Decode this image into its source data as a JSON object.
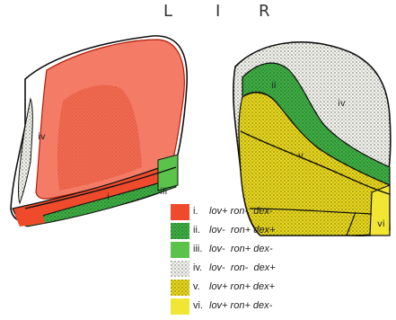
{
  "orientation_labels": {
    "left": "L",
    "center": "I",
    "right": "R"
  },
  "region_labels": {
    "i": "i",
    "ii": "ii",
    "iii": "iii",
    "iv": "iv",
    "v": "v",
    "vi": "vi"
  },
  "colors": {
    "red": "#f04a2c",
    "green": "#3fae44",
    "light_green": "#5bc34c",
    "stipple": "#ecece4",
    "yellow": "#e8d81e",
    "bright_yellow": "#f2e634",
    "outline": "#111111"
  },
  "legend": [
    {
      "num": "i.",
      "text": "lov+ ron-  dex-",
      "color": "#f04a2c",
      "pattern": "solid"
    },
    {
      "num": "ii.",
      "text": "lov-  ron+ dex+",
      "color": "#3fae44",
      "pattern": "dots"
    },
    {
      "num": "iii.",
      "text": "lov-  ron+ dex-",
      "color": "#5bc34c",
      "pattern": "solid"
    },
    {
      "num": "iv.",
      "text": "lov-  ron-  dex+",
      "color": "#ffffff",
      "pattern": "dots"
    },
    {
      "num": "v.",
      "text": "lov+ ron+ dex+",
      "color": "#e8d81e",
      "pattern": "dots"
    },
    {
      "num": "vi.",
      "text": "lov+ ron+ dex-",
      "color": "#f2e634",
      "pattern": "solid"
    }
  ]
}
